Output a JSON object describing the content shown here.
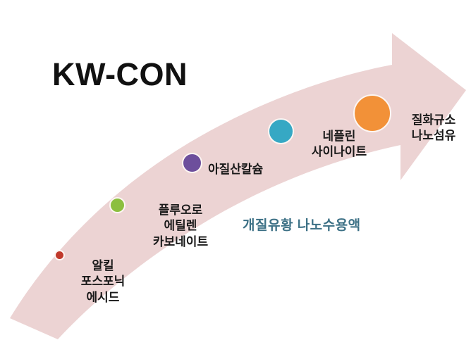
{
  "title": "KW-CON",
  "colors": {
    "arrow_band": "#ecd3d3",
    "title_text": "#111111",
    "label_text": "#1a1a1a",
    "callout_text": "#3d7186",
    "dot_red": "#c0392b",
    "dot_green": "#8cbf3f",
    "dot_purple": "#6d4f9c",
    "dot_blue": "#36a8c4",
    "dot_orange": "#f29138"
  },
  "callout": {
    "text": "개질유황 나노수용액"
  },
  "nodes": [
    {
      "id": "alkyl-phosphonic-acid",
      "color_name": "dot_red",
      "lines": [
        "알킬",
        "포스포닉",
        "에시드"
      ],
      "text": "알킬\n포스포닉\n에시드"
    },
    {
      "id": "fluoroethylene-carbonate",
      "color_name": "dot_green",
      "lines": [
        "플루오로",
        "에틸렌",
        "카보네이트"
      ],
      "text": "플루오로\n에틸렌\n카보네이트"
    },
    {
      "id": "calcium-nitrite",
      "color_name": "dot_purple",
      "lines": [
        "아질산칼슘"
      ],
      "text": "아질산칼슘"
    },
    {
      "id": "nepheline-syenite",
      "color_name": "dot_blue",
      "lines": [
        "네플린",
        "사이나이트"
      ],
      "text": "네플린\n사이나이트"
    },
    {
      "id": "silicon-nitride-nanofiber",
      "color_name": "dot_orange",
      "lines": [
        "질화규소",
        "나노섬유"
      ],
      "text": "질화규소\n나노섬유"
    }
  ]
}
